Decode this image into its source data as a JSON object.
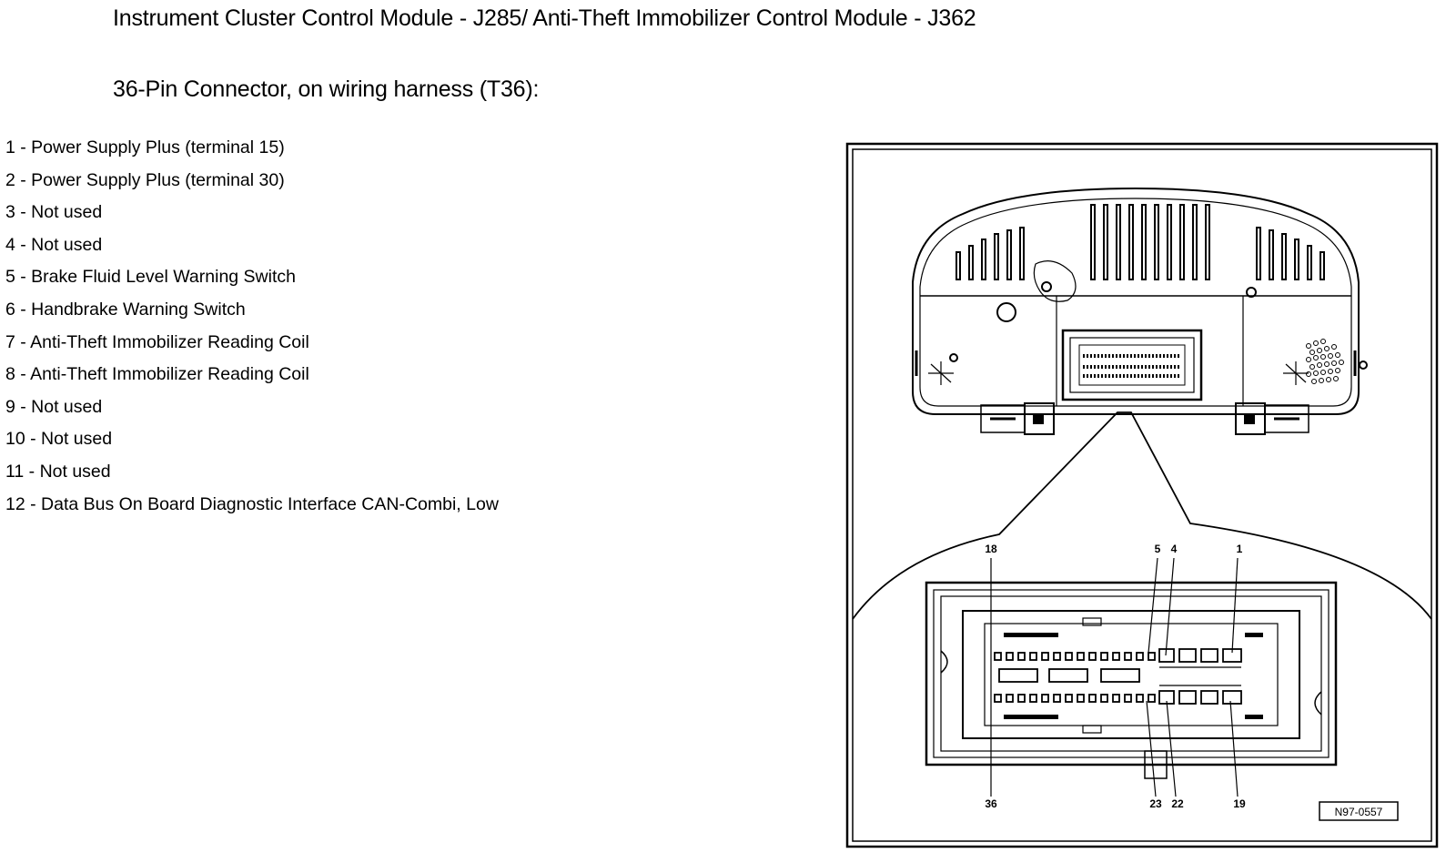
{
  "header": {
    "title": "Instrument Cluster Control Module - J285/ Anti-Theft Immobilizer Control Module - J362",
    "subtitle": "36-Pin Connector, on wiring harness (T36):"
  },
  "pins": [
    "1 - Power Supply Plus (terminal 15)",
    "2 - Power Supply Plus (terminal 30)",
    "3 - Not used",
    "4 - Not used",
    "5 - Brake Fluid Level Warning Switch",
    "6 - Handbrake Warning Switch",
    "7 - Anti-Theft Immobilizer Reading Coil",
    "8 - Anti-Theft Immobilizer Reading Coil",
    "9 - Not used",
    "10 - Not used",
    "11 - Not used",
    "12 - Data Bus On Board Diagnostic Interface CAN-Combi, Low"
  ],
  "diagram": {
    "callouts_top": [
      "18",
      "5",
      "4",
      "1"
    ],
    "callouts_bottom": [
      "36",
      "23",
      "22",
      "19"
    ],
    "figure_id": "N97-0557"
  }
}
